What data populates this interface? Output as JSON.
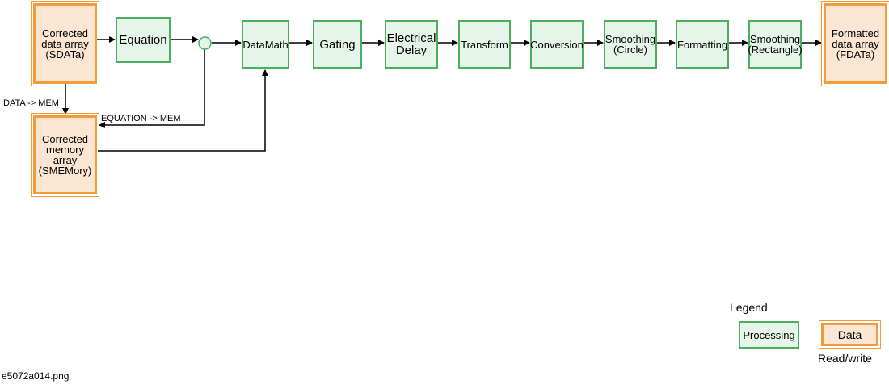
{
  "nodes": {
    "sdata": "Corrected data array (SDATa)",
    "equation": "Equation",
    "datamath": "DataMath",
    "gating": "Gating",
    "edelay": "Electrical Delay",
    "transform": "Transform",
    "conversion": "Conversion",
    "smooth_circle": "Smoothing (Circle)",
    "formatting": "Formatting",
    "smooth_rect": "Smoothing (Rectangle)",
    "fdata": "Formatted data array (FDATa)",
    "smemory": "Corrected memory array (SMEMory)"
  },
  "edges": {
    "data_to_mem": "DATA -> MEM",
    "equation_to_mem": "EQUATION -> MEM"
  },
  "legend": {
    "title": "Legend",
    "processing": "Processing",
    "data": "Data",
    "read_write": "Read/write"
  },
  "caption": "e5072a014.png",
  "colors": {
    "processing_fill": "#e6f5ea",
    "processing_border": "#4cae5e",
    "data_fill": "#fbe5d3",
    "data_border": "#f39a3b"
  }
}
